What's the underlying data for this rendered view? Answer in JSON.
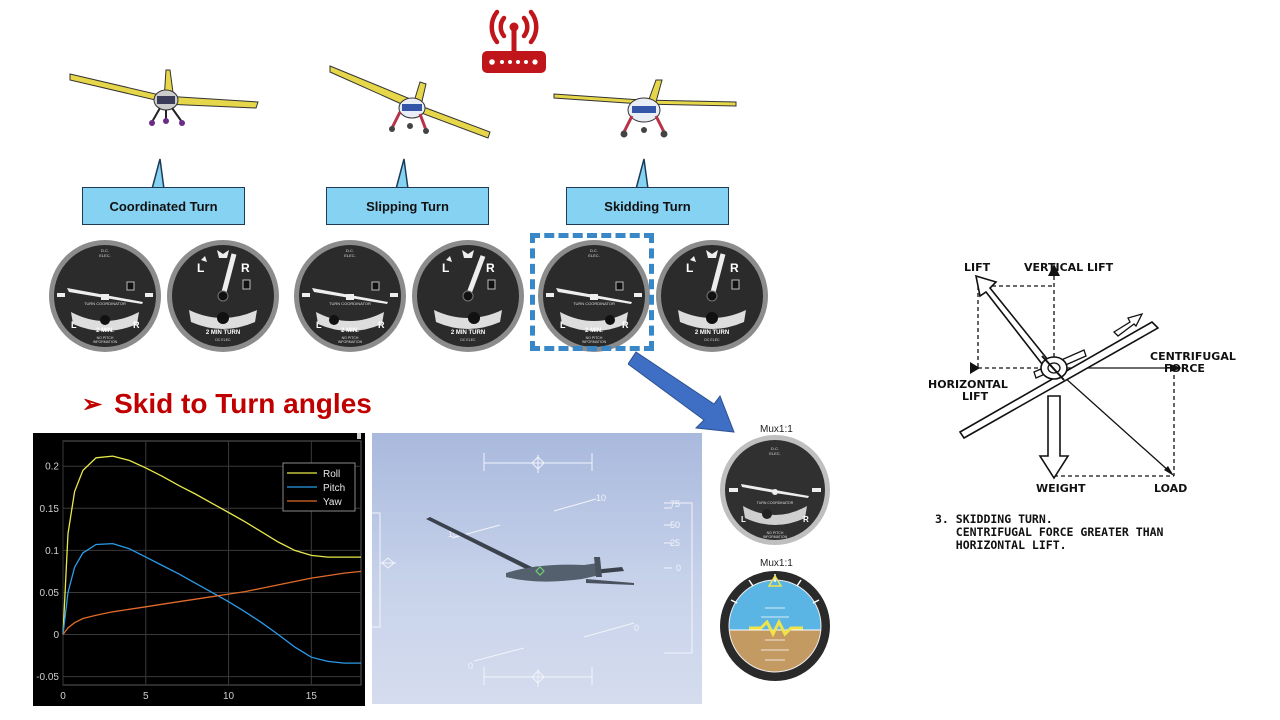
{
  "callouts": [
    {
      "label": "Coordinated Turn"
    },
    {
      "label": "Slipping Turn"
    },
    {
      "label": "Skidding Turn"
    }
  ],
  "gauge_text": {
    "tc_top": "D.C.",
    "tc_top2": "ELEC.",
    "tc_name": "TURN COORDINATOR",
    "tc_left": "L",
    "tc_right": "R",
    "tc_min": "2 MIN.",
    "tc_nopitch": "NO PITCH",
    "tc_info": "INFORMATION",
    "ts_left": "L",
    "ts_right": "R",
    "ts_turn": "2 MIN TURN",
    "ts_dc": "DC ELEC"
  },
  "heading": {
    "bullet": "➢",
    "text": "Skid to Turn angles"
  },
  "chart_data": {
    "type": "line",
    "x_ticks": [
      "0",
      "5",
      "10",
      "15"
    ],
    "y_ticks": [
      "0.2",
      "0.15",
      "0.1",
      "0.05",
      "0",
      "-0.05"
    ],
    "xlim": [
      0,
      18
    ],
    "ylim": [
      -0.06,
      0.23
    ],
    "grid": true,
    "legend_position": "top-right",
    "series": [
      {
        "name": "Roll",
        "color": "#e8e84a",
        "x": [
          0,
          0.3,
          0.7,
          1.2,
          2,
          3,
          4,
          5,
          6,
          7,
          8,
          9,
          10,
          11,
          12,
          13,
          14,
          15,
          16,
          17,
          18
        ],
        "y": [
          0,
          0.12,
          0.17,
          0.195,
          0.21,
          0.212,
          0.207,
          0.198,
          0.188,
          0.177,
          0.167,
          0.156,
          0.145,
          0.134,
          0.122,
          0.11,
          0.1,
          0.094,
          0.092,
          0.092,
          0.092
        ]
      },
      {
        "name": "Pitch",
        "color": "#2b9be8",
        "x": [
          0,
          0.3,
          0.7,
          1.2,
          2,
          3,
          4,
          5,
          6,
          7,
          8,
          9,
          10,
          11,
          12,
          13,
          14,
          15,
          16,
          17,
          18
        ],
        "y": [
          0,
          0.05,
          0.08,
          0.097,
          0.107,
          0.108,
          0.102,
          0.092,
          0.082,
          0.072,
          0.061,
          0.05,
          0.039,
          0.027,
          0.014,
          0.0,
          -0.015,
          -0.027,
          -0.032,
          -0.034,
          -0.034
        ]
      },
      {
        "name": "Yaw",
        "color": "#e06b2a",
        "x": [
          0,
          0.3,
          0.7,
          1.2,
          2,
          3,
          4,
          5,
          6,
          7,
          8,
          9,
          10,
          11,
          12,
          13,
          14,
          15,
          16,
          17,
          18
        ],
        "y": [
          0,
          0.008,
          0.014,
          0.019,
          0.023,
          0.027,
          0.03,
          0.033,
          0.036,
          0.039,
          0.042,
          0.045,
          0.048,
          0.051,
          0.055,
          0.059,
          0.063,
          0.067,
          0.07,
          0.073,
          0.075
        ]
      }
    ]
  },
  "hud": {
    "tick_10_a": "10",
    "tick_10_b": "10",
    "tick_0_a": "0",
    "tick_0_b": "0",
    "speed_75": "75",
    "speed_50": "50",
    "speed_25": "25",
    "speed_0": "0"
  },
  "mux": {
    "label_1": "Mux1:1",
    "label_2": "Mux1:1"
  },
  "diagram": {
    "lift": "LIFT",
    "vertical_lift": "VERTICAL LIFT",
    "centrifugal": "CENTRIFUGAL",
    "force": "FORCE",
    "horizontal": "HORIZONTAL",
    "horizontal_lift": "LIFT",
    "weight": "WEIGHT",
    "load": "LOAD",
    "caption": "3. SKIDDING TURN.\n   CENTRIFUGAL FORCE GREATER THAN\n   HORIZONTAL LIFT."
  },
  "colors": {
    "callout_fill": "#86d2f2",
    "heading": "#c00000",
    "router_icon": "#c0161b",
    "highlight_box": "#3a87c8",
    "arrow": "#3e6fc4"
  }
}
